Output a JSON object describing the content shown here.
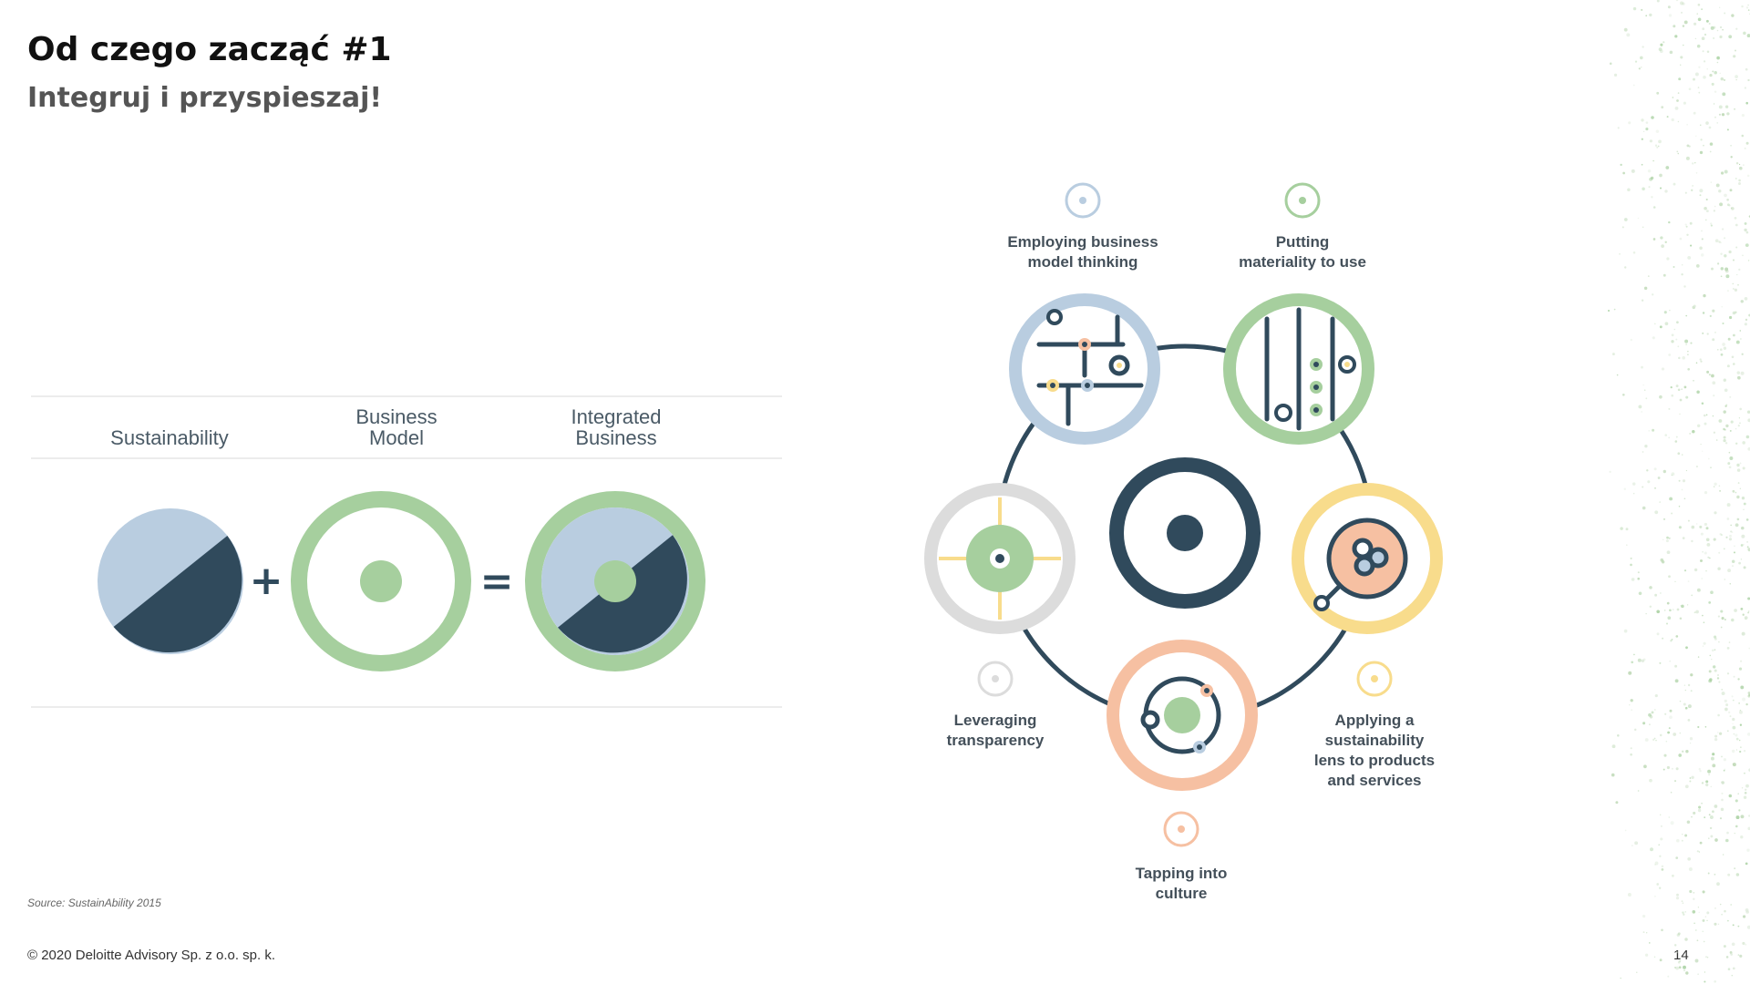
{
  "header": {
    "title": "Od czego zacząć #1",
    "subtitle": "Integruj i przyspieszaj!"
  },
  "equation": {
    "sustainability_label": "Sustainability",
    "business_model_label": [
      "Business",
      "Model"
    ],
    "integrated_business_label": [
      "Integrated",
      "Business"
    ],
    "plus": "+",
    "equals": "="
  },
  "wheel": {
    "employing": [
      "Employing business",
      "model thinking"
    ],
    "materiality": [
      "Putting",
      "materiality to use"
    ],
    "transparency": [
      "Leveraging",
      "transparency"
    ],
    "lens": [
      "Applying a",
      "sustainability",
      "lens to products",
      "and services"
    ],
    "culture": [
      "Tapping into",
      "culture"
    ]
  },
  "colors": {
    "navy": "#304a5c",
    "light_blue": "#b9cde0",
    "green": "#a6cf9e",
    "yellow": "#f8dc8c",
    "peach": "#f6c0a2",
    "grey": "#dcdcdc"
  },
  "footer": {
    "source": "Source: SustainAbility 2015",
    "copyright": "© 2020 Deloitte Advisory Sp. z o.o. sp. k.",
    "page_number": "14"
  }
}
